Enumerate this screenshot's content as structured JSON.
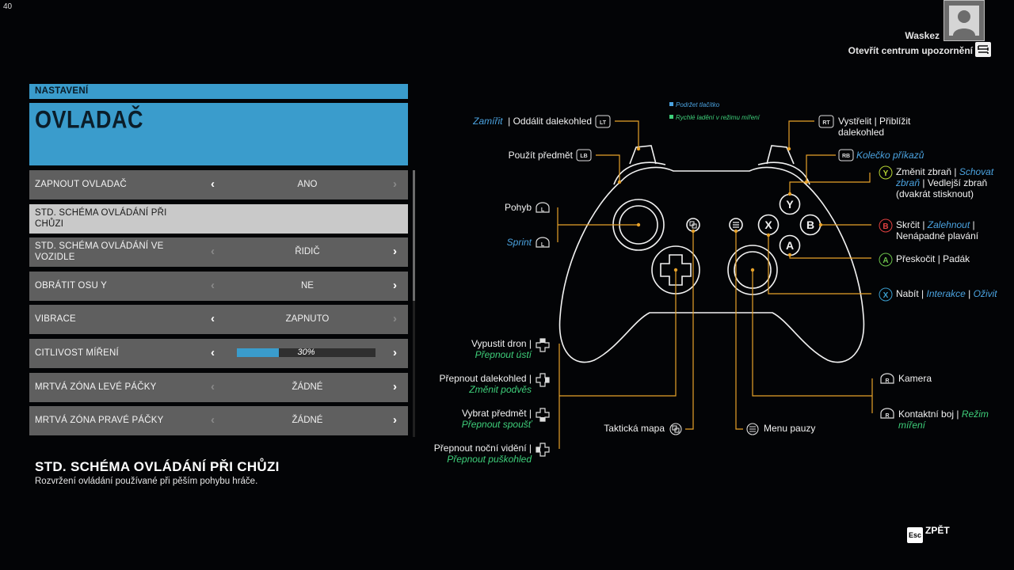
{
  "fps": "40",
  "header": {
    "username": "Waskez",
    "notifications_label": "Otevřít centrum upozornění"
  },
  "panel": {
    "section": "NASTAVENÍ",
    "title": "OVLADAČ",
    "rows": [
      {
        "label": "ZAPNOUT OVLADAČ",
        "value": "ANO"
      },
      {
        "label": "STD. SCHÉMA OVLÁDÁNÍ PŘI CHŮZI",
        "value": ""
      },
      {
        "label": "STD. SCHÉMA OVLÁDÁNÍ VE VOZIDLE",
        "value": "ŘIDIČ"
      },
      {
        "label": "OBRÁTIT OSU Y",
        "value": "NE"
      },
      {
        "label": "VIBRACE",
        "value": "ZAPNUTO"
      },
      {
        "label": "CITLIVOST MÍŘENÍ",
        "value": "30%",
        "level": 0.3
      },
      {
        "label": "MRTVÁ ZÓNA LEVÉ PÁČKY",
        "value": "ŽÁDNÉ"
      },
      {
        "label": "MRTVÁ ZÓNA PRAVÉ PÁČKY",
        "value": "ŽÁDNÉ"
      }
    ],
    "arrow_left": "‹",
    "arrow_right": "›",
    "description_title": "STD. SCHÉMA OVLÁDÁNÍ PŘI CHŮZI",
    "description_text": "Rozvržení ovládání používané při pěším pohybu hráče."
  },
  "legend": {
    "hold": "Podržet tlačítko",
    "fine": "Rychlé ladění v režimu míření",
    "hold_color": "#4ba3e0",
    "fine_color": "#3ecf7a"
  },
  "bindings": {
    "lt_a": "Zamířit",
    "lt_b": "Oddálit dalekohled",
    "lb": "Použít předmět",
    "ls_a": "Pohyb",
    "ls_b": "Sprint",
    "rt_a": "Vystřelit",
    "rt_b": "Přiblížit",
    "rt_c": "dalekohled",
    "rb": "Kolečko příkazů",
    "y_a": "Změnit zbraň",
    "y_b": "Schovat",
    "y_c": "zbraň",
    "y_d": "Vedlejší zbraň",
    "y_e": "(dvakrát stisknout)",
    "b_a": "Skrčit",
    "b_b": "Zalehnout",
    "b_c": "Nenápadné plavání",
    "a_a": "Přeskočit",
    "a_b": "Padák",
    "x_a": "Nabít",
    "x_b": "Interakce",
    "x_c": "Oživit",
    "du_a": "Vypustit dron",
    "du_b": "Přepnout ústí",
    "dr_a": "Přepnout dalekohled",
    "dr_b": "Změnit podvěs",
    "dd_a": "Vybrat předmět",
    "dd_b": "Přepnout spoušť",
    "dl_a": "Přepnout noční vidění",
    "dl_b": "Přepnout puškohled",
    "view": "Taktická mapa",
    "menu": "Menu pauzy",
    "rs_a": "Kamera",
    "rs_b": "Kontaktní boj",
    "rs_c": "Režim",
    "rs_d": "míření"
  },
  "buttons": {
    "lt": "LT",
    "lb": "LB",
    "rt": "RT",
    "rb": "RB",
    "y": "Y",
    "b": "B",
    "a": "A",
    "x": "X",
    "ls": "L",
    "rs": "R"
  },
  "footer": {
    "esc_key": "Esc",
    "back_label": "ZPĚT"
  },
  "colors": {
    "accent": "#3a9ccc",
    "line": "#e7a22a"
  },
  "icons": [
    "user-avatar-icon",
    "notification-key-icon",
    "controller-icon",
    "dpad-icon",
    "view-button-icon",
    "menu-button-icon",
    "stick-icon"
  ]
}
